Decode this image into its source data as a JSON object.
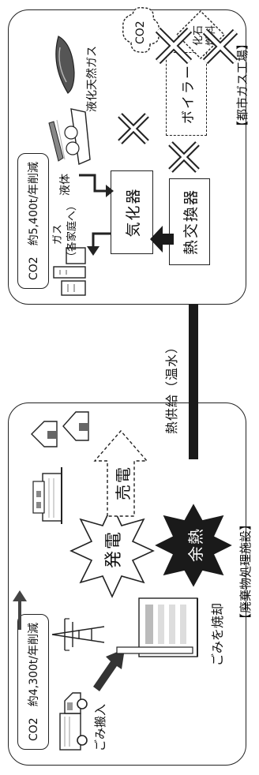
{
  "waste_facility": {
    "co2_label": "CO2　約4,300t/年削減",
    "title": "【廃棄物処理施設】",
    "garbage_in": "ごみ搬入",
    "incineration": "ごみを焼却",
    "power_generation": "発電",
    "power_sale": "売電",
    "waste_heat": "余熱"
  },
  "heat_supply": "熱供給（温水）",
  "gas_plant": {
    "co2_label": "CO2　約5,400t/年削減",
    "title": "【都市ガス工場】",
    "vaporizer": "気化器",
    "heat_exchanger": "熱交換器",
    "boiler": "ボイラー",
    "lng": "液化天然ガス",
    "liquid": "液体",
    "gas": "ガス",
    "gas_to_homes": "（各家庭へ）",
    "co2_cloud": "CO2",
    "fossil_fuel_1": "化石",
    "fossil_fuel_2": "燃料"
  },
  "colors": {
    "ink": "#111111",
    "line": "#222222",
    "fill_dark": "#1a1a1a"
  }
}
